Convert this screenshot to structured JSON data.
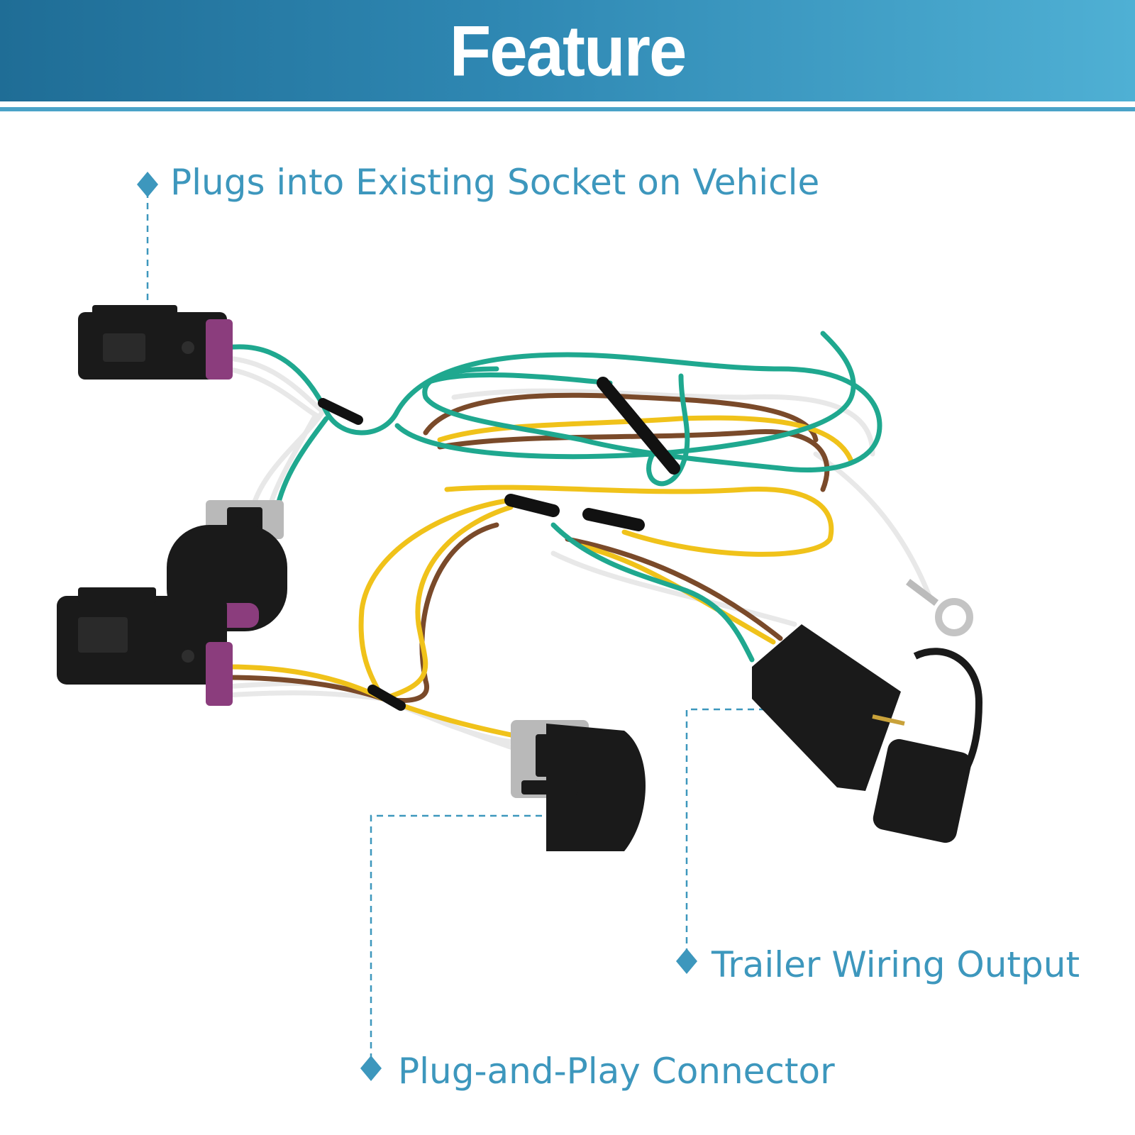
{
  "header": {
    "title": "Feature"
  },
  "callouts": [
    {
      "label": "Plugs into Existing Socket on Vehicle"
    },
    {
      "label": "Trailer Wiring Output"
    },
    {
      "label": "Plug-and-Play Connector"
    }
  ],
  "colors": {
    "banner_start": "#1f6d96",
    "banner_end": "#4fb0d4",
    "label_text": "#3d97bd",
    "wire_green": "#1fa88f",
    "wire_yellow": "#f0c21a",
    "wire_brown": "#7a4a2a",
    "wire_white": "#f4f4f4",
    "connector_black": "#1a1a1a",
    "connector_purple": "#8b3d7d",
    "connector_gray": "#b9b9b9"
  },
  "icons": [
    "diamond-bullet-icon"
  ]
}
